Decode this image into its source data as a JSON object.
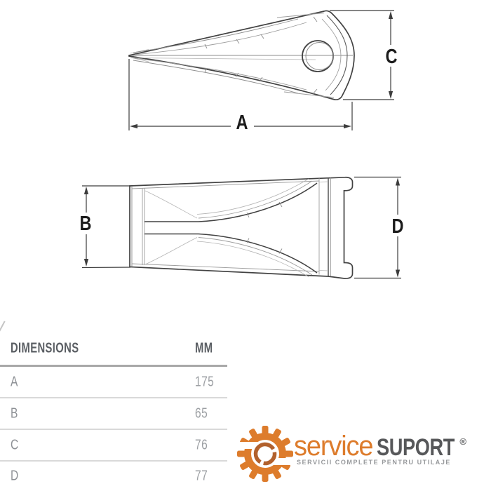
{
  "diagram": {
    "side_view": {
      "label_length": "A",
      "label_height": "C"
    },
    "top_view": {
      "label_width": "B",
      "label_rear": "D"
    }
  },
  "table": {
    "header": {
      "col_dimensions": "DIMENSIONS",
      "col_unit": "MM"
    },
    "rows": [
      {
        "label": "A",
        "value_mm": "175"
      },
      {
        "label": "B",
        "value_mm": "65"
      },
      {
        "label": "C",
        "value_mm": "76"
      },
      {
        "label": "D",
        "value_mm": "77"
      }
    ]
  },
  "logo": {
    "brand_part1": "service",
    "brand_part2": "SUPORT",
    "registered": "®",
    "tagline": "SERVICII COMPLETE PENTRU UTILAJE",
    "colors": {
      "orange": "#dd7c2c",
      "arrow_brown": "#b2612d",
      "dark_gray": "#57585a",
      "tagline_gray": "#96989b"
    }
  }
}
